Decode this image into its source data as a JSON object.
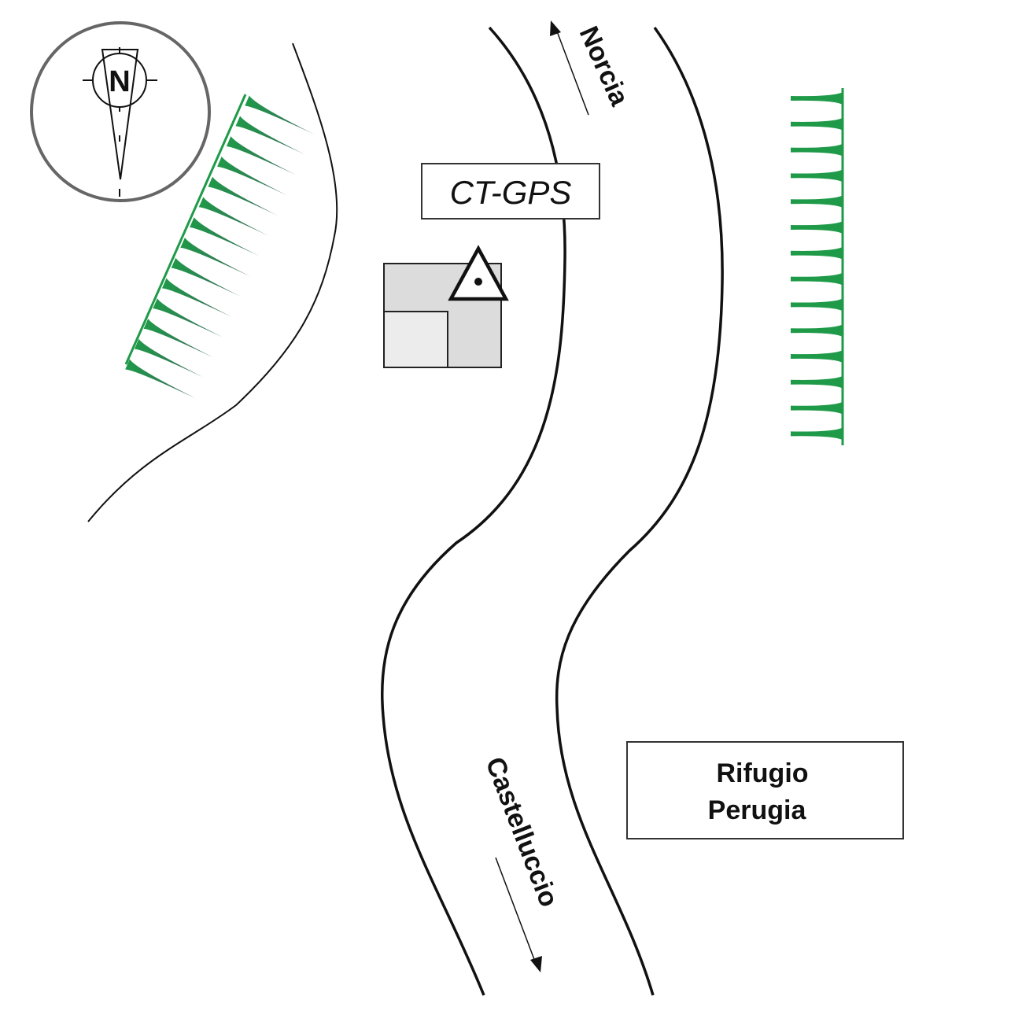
{
  "compass": {
    "letter": "N"
  },
  "station_label": "CT-GPS",
  "roads": {
    "north_destination": "Norcia",
    "south_destination": "Castelluccio"
  },
  "refuge_label": {
    "line1": "Rifugio",
    "line2": "Perugia"
  },
  "colors": {
    "escarpment": "#1f9a48",
    "escarpment_dark": "#3b6a5e",
    "compass_ring": "#666666",
    "building_outer": "#dcdcdc",
    "building_inner": "#ececec",
    "ink": "#111111"
  },
  "icons": [
    "compass-rose-icon",
    "gps-station-triangle-icon",
    "building-icon",
    "escarpment-hachure-icon",
    "arrow-icon"
  ]
}
